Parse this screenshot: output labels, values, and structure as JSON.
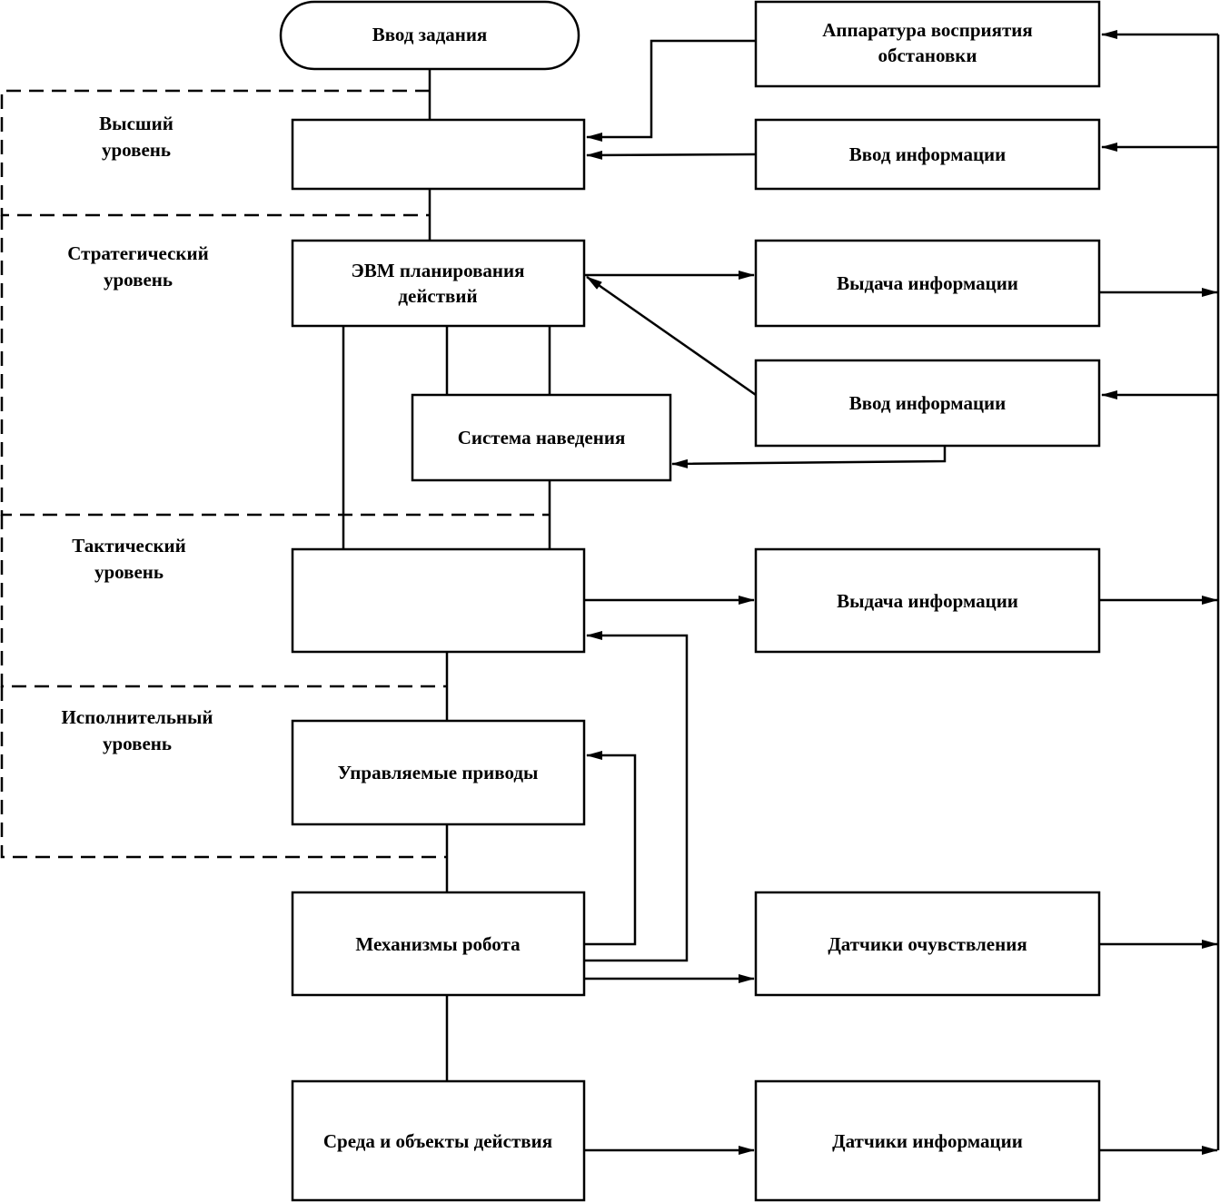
{
  "diagram": {
    "start": "Ввод задания",
    "levels": {
      "highest": [
        "Высший",
        "уровень"
      ],
      "strategic": [
        "Стратегический",
        "уровень"
      ],
      "tactical": [
        "Тактический",
        "уровень"
      ],
      "executive": [
        "Исполнительный",
        "уровень"
      ]
    },
    "blocks": {
      "planning_computer": [
        "ЭВМ планирования",
        "действий"
      ],
      "guidance_system": "Система наведения",
      "controlled_drives": "Управляемые приводы",
      "robot_mechanisms": "Механизмы робота",
      "environment": "Среда и объекты действия"
    },
    "peripherals": {
      "perception_equipment": [
        "Аппаратура восприятия",
        "обстановки"
      ],
      "input_info_1": "Ввод информации",
      "output_info_1": "Выдача информации",
      "input_info_2": "Ввод информации",
      "output_info_2": "Выдача информации",
      "sensing_sensors": "Датчики очувствления",
      "info_sensors": "Датчики информации"
    }
  }
}
